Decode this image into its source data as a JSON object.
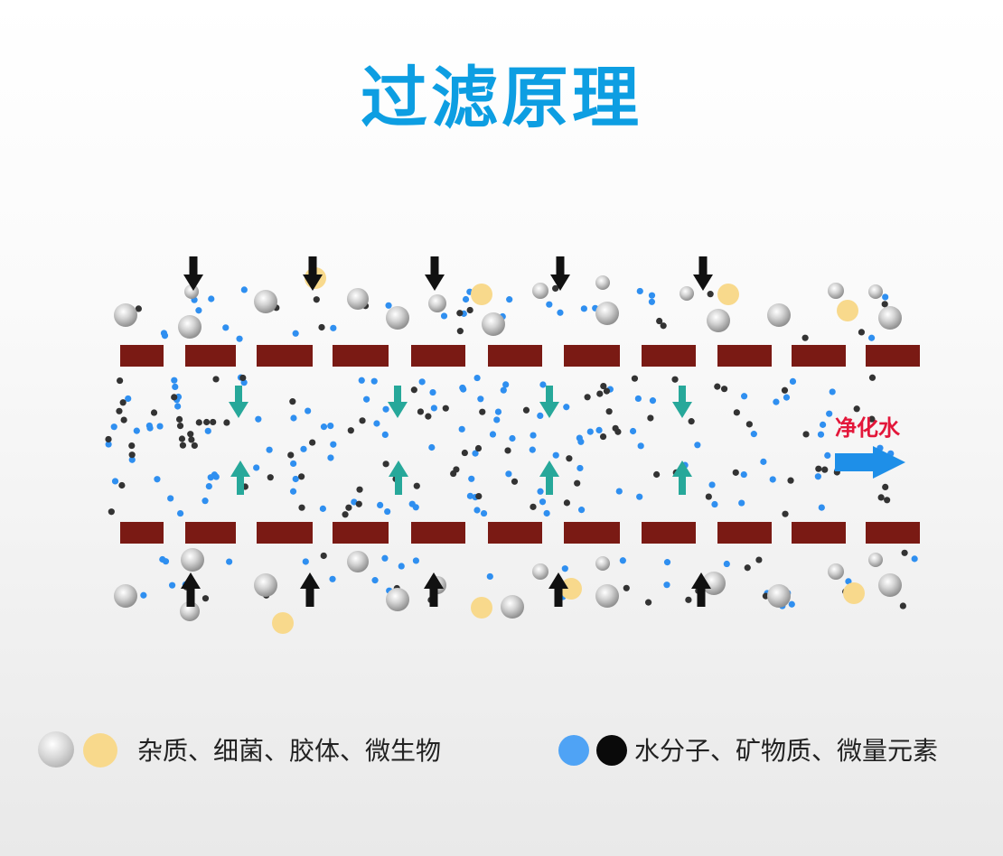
{
  "title": "过滤原理",
  "flow_label": "净化水",
  "colors": {
    "title": "#0d9ee2",
    "membrane": "#7a1a14",
    "impurity_gray": "#bdbdbd",
    "impurity_yellow": "#f8d98c",
    "water_molecule": "#2f8ff0",
    "mineral": "#333333",
    "inflow_arrow": "#111111",
    "permeate_arrow": "#27a89a",
    "flow_arrow": "#1e8fe8",
    "flow_label": "#e3173a"
  },
  "legend": {
    "impurities": {
      "icons": [
        "gray-ball-icon",
        "yellow-ball-icon"
      ],
      "label": "杂质、细菌、胶体、微生物"
    },
    "water": {
      "icons": [
        "blue-ball-icon",
        "black-ball-icon"
      ],
      "label": "水分子、矿物质、微量元素"
    }
  }
}
